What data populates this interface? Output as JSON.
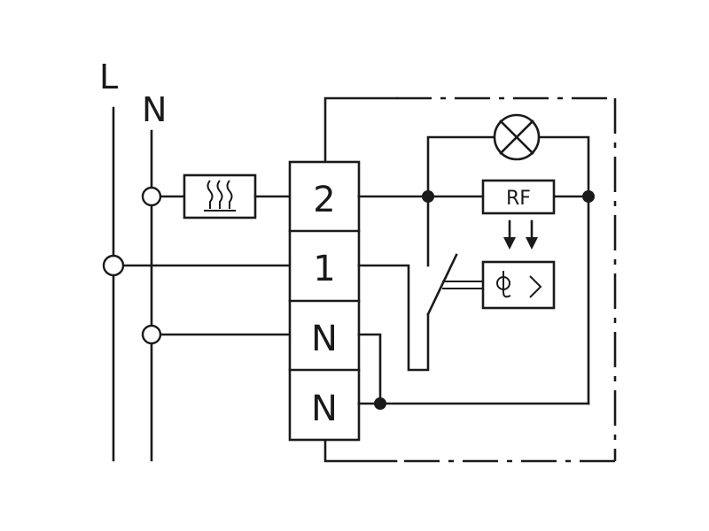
{
  "supply": {
    "line_label": "L",
    "neutral_label": "N"
  },
  "terminal_block": {
    "terminals": [
      "2",
      "1",
      "N",
      "N"
    ]
  },
  "receiver": {
    "label": "RF"
  },
  "icons": {
    "heater": "heater-symbol-icon",
    "lamp": "lamp-indicator-icon",
    "thermostat": "temperature-sensor-icon",
    "relay_contact": "switch-contact-icon",
    "signal_arrows": "down-arrow-icon"
  }
}
